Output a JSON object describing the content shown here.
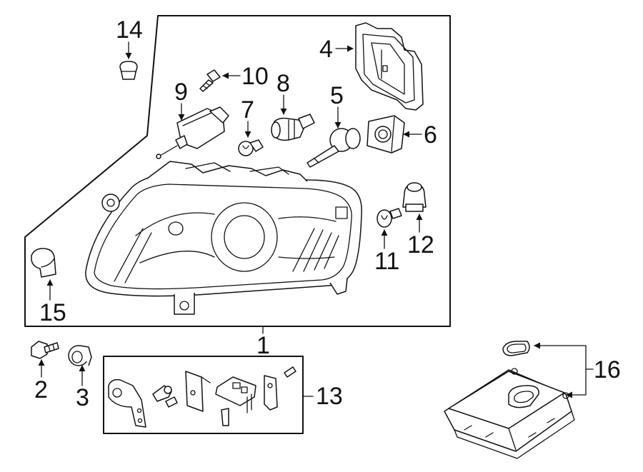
{
  "callouts": {
    "c1": "1",
    "c2": "2",
    "c3": "3",
    "c4": "4",
    "c5": "5",
    "c6": "6",
    "c7": "7",
    "c8": "8",
    "c9": "9",
    "c10": "10",
    "c11": "11",
    "c12": "12",
    "c13": "13",
    "c14": "14",
    "c15": "15",
    "c16": "16"
  },
  "parts": [
    {
      "id": "1",
      "name": "headlamp-assembly"
    },
    {
      "id": "2",
      "name": "bolt"
    },
    {
      "id": "3",
      "name": "nut"
    },
    {
      "id": "4",
      "name": "cover"
    },
    {
      "id": "5",
      "name": "bulb"
    },
    {
      "id": "6",
      "name": "socket"
    },
    {
      "id": "7",
      "name": "bulb"
    },
    {
      "id": "8",
      "name": "bulb"
    },
    {
      "id": "9",
      "name": "motor"
    },
    {
      "id": "10",
      "name": "screw"
    },
    {
      "id": "11",
      "name": "bulb"
    },
    {
      "id": "12",
      "name": "bulb"
    },
    {
      "id": "13",
      "name": "repair-kit"
    },
    {
      "id": "14",
      "name": "cap"
    },
    {
      "id": "15",
      "name": "cap"
    },
    {
      "id": "16",
      "name": "control-module"
    }
  ]
}
